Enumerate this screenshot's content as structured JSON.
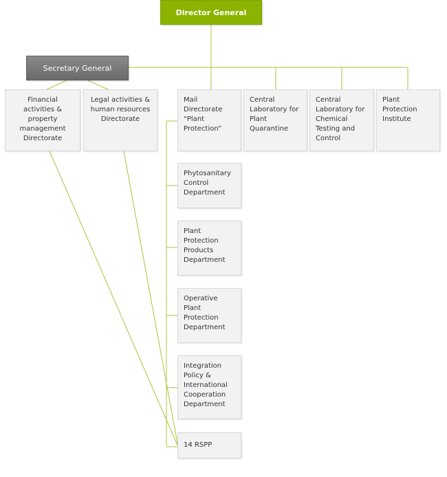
{
  "director": "Director General",
  "secretary": "Secretary General",
  "financial": "Financial\nactivities &\nproperty\nmanagement\nDirectorate",
  "legal": "Legal activities &\nhuman resources\nDirectorate",
  "mail": "Mail\nDirectorate\n“Plant\nProtection”",
  "central_quarantine": "Central\nLaboratory for\nPlant\nQuarantine",
  "central_chemical": "Central\nLaboratory for\nChemical\nTesting and\nControl",
  "institute": "Plant\nProtection\nInstitute",
  "phytosanitary": "Phytosanitary\nControl\nDepartment",
  "products": "Plant\nProtection\nProducts\nDepartment",
  "operative": "Operative\nPlant\nProtection\nDepartment",
  "integration": "Integration\nPolicy &\nInternational\nCooperation\nDepartment",
  "rspp": "14 RSPP",
  "colors": {
    "accent": "#8cb300",
    "line": "#a8c43a",
    "secretary": "#727272",
    "box": "#f2f2f2"
  }
}
